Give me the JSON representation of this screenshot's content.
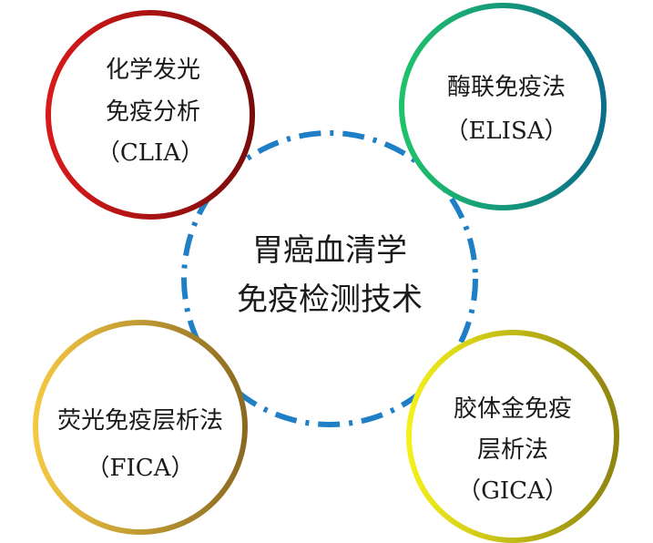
{
  "center": {
    "lines": [
      "胃癌血清学",
      "免疫检测技术"
    ],
    "stroke_color": "#1f7fc6"
  },
  "methods": [
    {
      "lines": [
        "化学发光",
        "免疫分析",
        "（CLIA）"
      ],
      "gradient": [
        "#d81a1a",
        "#7a0b0b"
      ]
    },
    {
      "lines": [
        "酶联免疫法",
        "（ELISA）"
      ],
      "gradient": [
        "#1fc26a",
        "#0b6e8a"
      ]
    },
    {
      "lines": [
        "荧光免疫层析法",
        "（FICA）"
      ],
      "gradient": [
        "#f5c842",
        "#8a6a22"
      ]
    },
    {
      "lines": [
        "胶体金免疫",
        "层析法",
        "（GICA）"
      ],
      "gradient": [
        "#f4f01c",
        "#8f8410"
      ]
    }
  ]
}
